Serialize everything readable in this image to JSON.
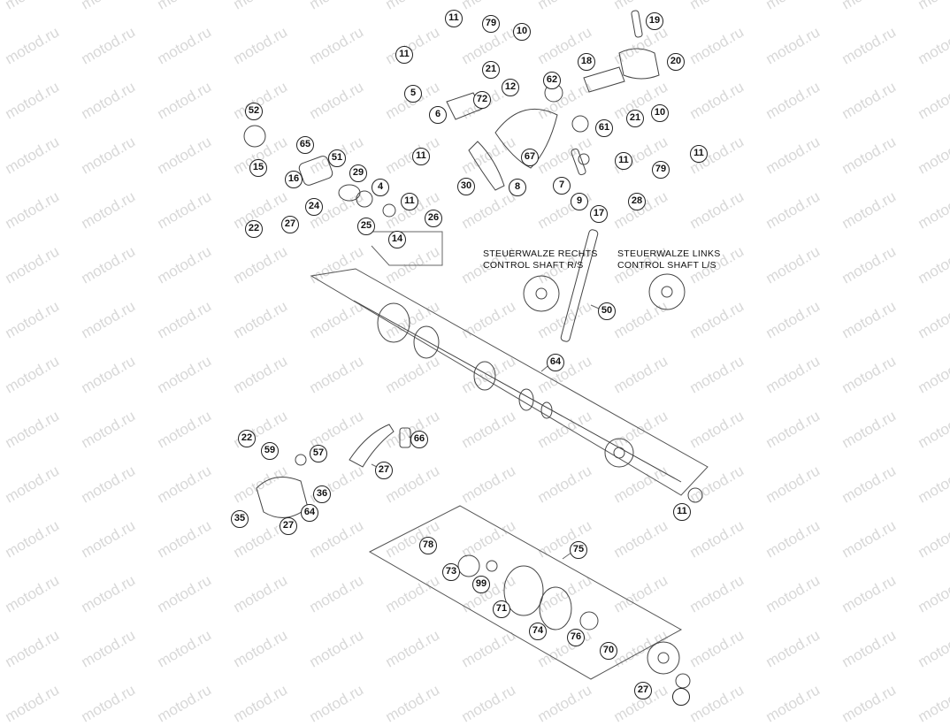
{
  "watermark": "motod.ru",
  "labels": {
    "right_de": "STEUERWALZE RECHTS",
    "right_en": "CONTROL SHAFT R/S",
    "left_de": "STEUERWALZE LINKS",
    "left_en": "CONTROL SHAFT L/S"
  },
  "callouts": [
    "11",
    "79",
    "10",
    "19",
    "20",
    "11",
    "21",
    "12",
    "62",
    "18",
    "5",
    "72",
    "6",
    "52",
    "65",
    "61",
    "21",
    "10",
    "15",
    "51",
    "11",
    "67",
    "11",
    "79",
    "11",
    "16",
    "29",
    "4",
    "30",
    "8",
    "7",
    "9",
    "28",
    "24",
    "11",
    "17",
    "22",
    "27",
    "25",
    "26",
    "14",
    "50",
    "64",
    "22",
    "59",
    "57",
    "66",
    "27",
    "36",
    "64",
    "35",
    "27",
    "11",
    "78",
    "73",
    "99",
    "75",
    "71",
    "74",
    "76",
    "70",
    "27"
  ]
}
